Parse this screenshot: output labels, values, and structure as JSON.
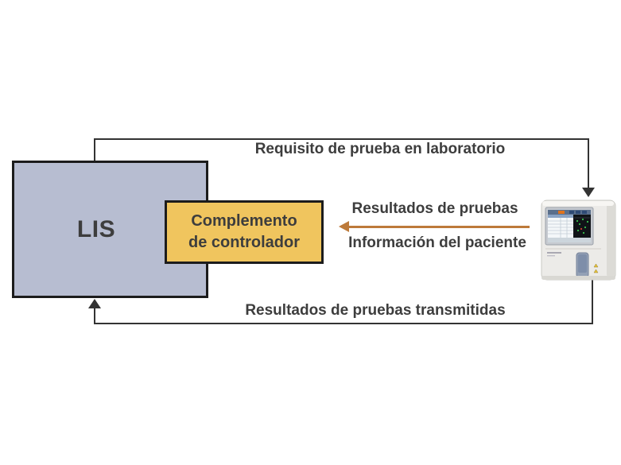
{
  "diagram": {
    "lis_box": {
      "label": "LIS"
    },
    "driver_box": {
      "label_line1": "Complemento",
      "label_line2": "de controlador"
    },
    "flows": {
      "lab_test_request": "Requisito de prueba en laboratorio",
      "test_results": "Resultados de pruebas",
      "patient_info": "Información del paciente",
      "transmitted_results": "Resultados de pruebas transmitidas"
    },
    "device": {
      "name": "hematology-analyzer"
    },
    "colors": {
      "background": "#ffffff",
      "lis_fill": "#b7bdd1",
      "lis_border": "#1c1c1c",
      "driver_fill": "#f0c55e",
      "driver_border": "#1c1c1c",
      "connector": "#333333",
      "text": "#3d3d3d",
      "results_arrow": "#bd7a3a"
    }
  }
}
